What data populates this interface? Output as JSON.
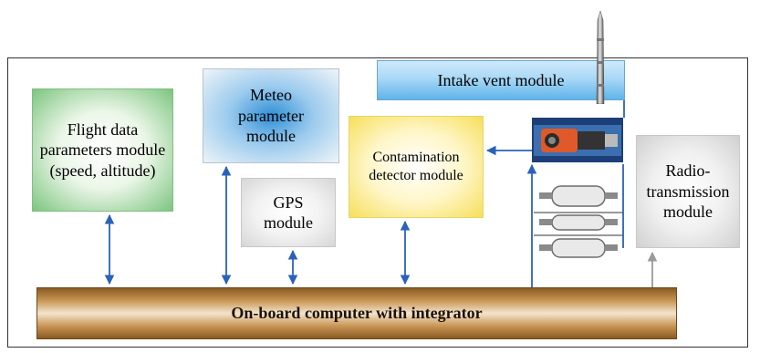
{
  "blocks": {
    "intake": "Intake vent module",
    "flight": "Flight data parameters module (speed, altitude)",
    "meteo": "Meteo parameter module",
    "gps": "GPS module",
    "contamination": "Contamination detector module",
    "radio": "Radio-transmission module",
    "computer": "On-board computer with integrator"
  },
  "colors": {
    "arrow": "#2a62b8",
    "radio_arrow": "#9a9a9a",
    "frame": "#333333"
  },
  "icons": [
    "sampling-probe-icon",
    "air-pump-icon",
    "filter-cartridge-icon"
  ]
}
